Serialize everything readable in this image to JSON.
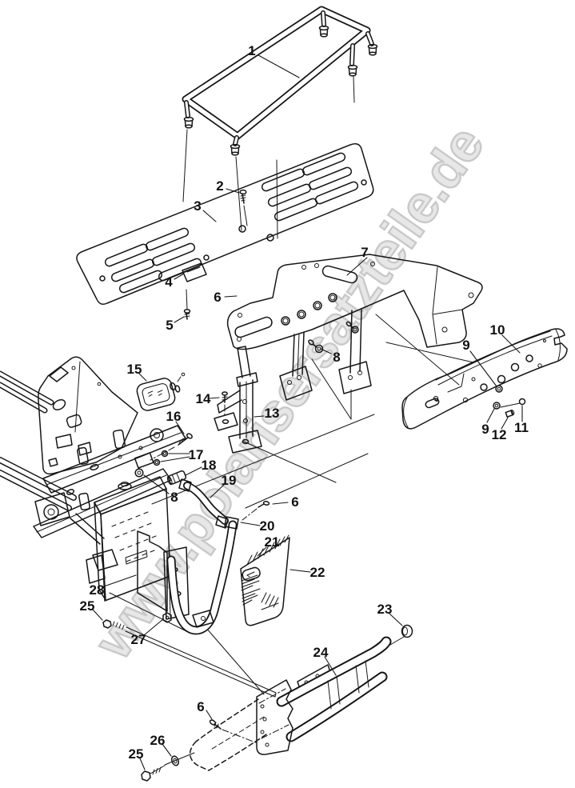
{
  "figure": {
    "type": "exploded-parts-diagram",
    "style": "black-and-white line art with numbered callouts",
    "part_numbers_visible": [
      "1",
      "2",
      "3",
      "4",
      "5",
      "6",
      "7",
      "8",
      "9",
      "10",
      "11",
      "12",
      "13",
      "14",
      "15",
      "16",
      "17",
      "18",
      "19",
      "20",
      "21",
      "22",
      "23",
      "24",
      "25",
      "26",
      "27",
      "28"
    ]
  },
  "watermark": {
    "text": "www.polarisersatzteile.de",
    "fill": "#e7e7e7",
    "outline": "#c9c9c9",
    "angle_deg": -55
  },
  "colors": {
    "background": "#ffffff",
    "line": "#161616",
    "label": "#111111"
  },
  "callouts": [
    {
      "text": "1"
    },
    {
      "text": "2"
    },
    {
      "text": "3"
    },
    {
      "text": "4"
    },
    {
      "text": "5"
    },
    {
      "text": "6"
    },
    {
      "text": "7"
    },
    {
      "text": "8"
    },
    {
      "text": "9"
    },
    {
      "text": "10"
    },
    {
      "text": "11"
    },
    {
      "text": "9"
    },
    {
      "text": "12"
    },
    {
      "text": "15"
    },
    {
      "text": "14"
    },
    {
      "text": "16"
    },
    {
      "text": "13"
    },
    {
      "text": "17"
    },
    {
      "text": "18"
    },
    {
      "text": "19"
    },
    {
      "text": "8"
    },
    {
      "text": "6"
    },
    {
      "text": "20"
    },
    {
      "text": "21"
    },
    {
      "text": "22"
    },
    {
      "text": "28"
    },
    {
      "text": "25"
    },
    {
      "text": "27"
    },
    {
      "text": "23"
    },
    {
      "text": "24"
    },
    {
      "text": "6"
    },
    {
      "text": "26"
    },
    {
      "text": "25"
    }
  ]
}
